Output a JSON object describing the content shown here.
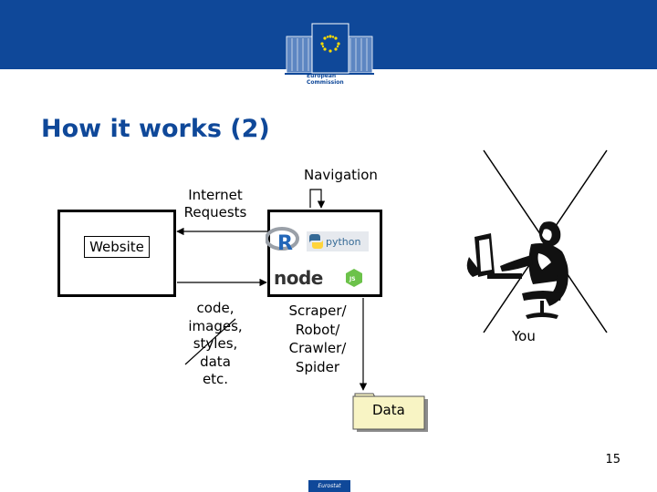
{
  "header": {
    "logo_line1": "European",
    "logo_line2": "Commission"
  },
  "slide": {
    "title": "How it works (2)",
    "page_number": "15",
    "footer_logo": "Eurostat"
  },
  "diagram": {
    "navigation_label": "Navigation",
    "requests_label_1": "Internet",
    "requests_label_2": "Requests",
    "website_label": "Website",
    "content_lines": [
      "code,",
      "images,",
      "styles,",
      "data",
      "etc."
    ],
    "scraper_lines": [
      "Scraper/",
      "Robot/",
      "Crawler/",
      "Spider"
    ],
    "you_label": "You",
    "data_label": "Data",
    "r_logo": "R",
    "python_logo": "python",
    "node_logo": "node",
    "js_badge": "JS"
  },
  "colors": {
    "brand_blue": "#0f4899",
    "python_blue": "#366a96",
    "python_yellow": "#ffd43b",
    "node_green": "#6cc24a",
    "folder_yellow": "#f8f4c4"
  }
}
